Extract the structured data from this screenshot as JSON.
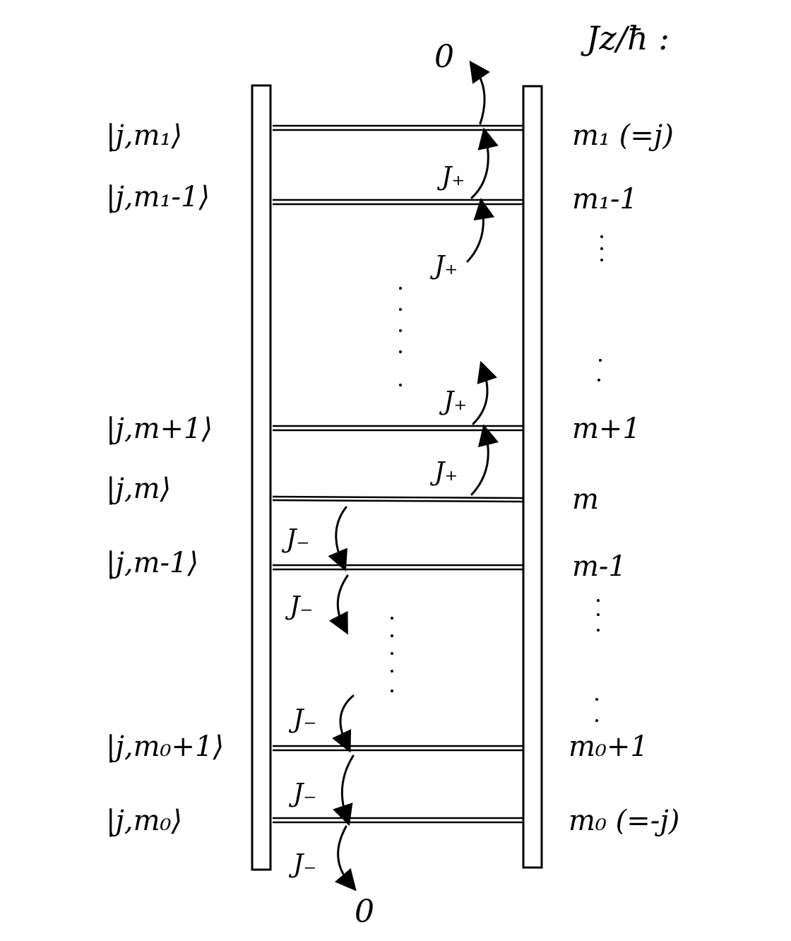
{
  "header": {
    "axis_label": "Jz/ħ :"
  },
  "zero_top": "0",
  "zero_bottom": "0",
  "states": [
    {
      "ket": "|j,m₁⟩",
      "value": "m₁  (=j)"
    },
    {
      "ket": "|j,m₁-1⟩",
      "value": "m₁-1"
    },
    {
      "ket": "|j,m+1⟩",
      "value": "m+1"
    },
    {
      "ket": "|j,m⟩",
      "value": "m"
    },
    {
      "ket": "|j,m-1⟩",
      "value": "m-1"
    },
    {
      "ket": "|j,m₀+1⟩",
      "value": "m₀+1"
    },
    {
      "ket": "|j,m₀⟩",
      "value": "m₀   (=-j)"
    }
  ],
  "operators": {
    "raising": "J₊",
    "lowering": "J₋"
  }
}
